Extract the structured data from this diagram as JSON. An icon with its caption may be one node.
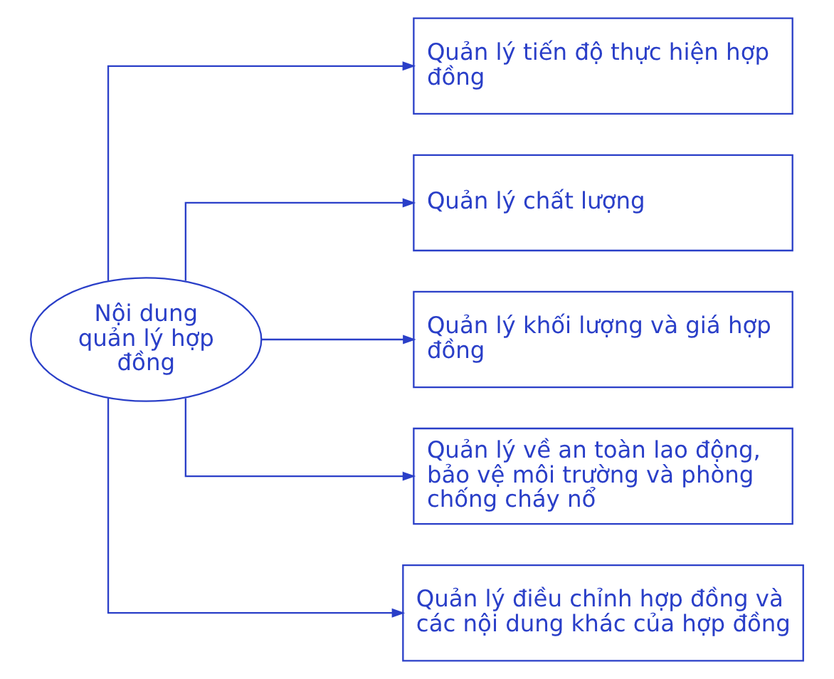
{
  "diagram": {
    "nodes": [
      {
        "text": [
          "Nội dung quản lý hợp đồng"
        ]
      },
      {
        "text": [
          "Quản lý tiến độ thực hiện hợp đồng"
        ]
      },
      {
        "text": [
          "Quản lý chất lượng"
        ]
      },
      {
        "text": [
          "Quản lý khối lượng và giá hợp đồng"
        ]
      },
      {
        "text": [
          "Quản lý về an toàn lao động, bảo vệ môi trường và phòng chống cháy nổ"
        ]
      },
      {
        "text": [
          "Quản lý điều chỉnh hợp đồng và các nội dung khác của hợp đồng"
        ]
      }
    ],
    "edges": [
      {
        "from": 0,
        "to": 1,
        "arrow": "to"
      },
      {
        "from": 0,
        "to": 2,
        "arrow": "to"
      },
      {
        "from": 0,
        "to": 3,
        "arrow": "to"
      },
      {
        "from": 0,
        "to": 4,
        "arrow": "to"
      },
      {
        "from": 0,
        "to": 5,
        "arrow": "to"
      }
    ]
  }
}
